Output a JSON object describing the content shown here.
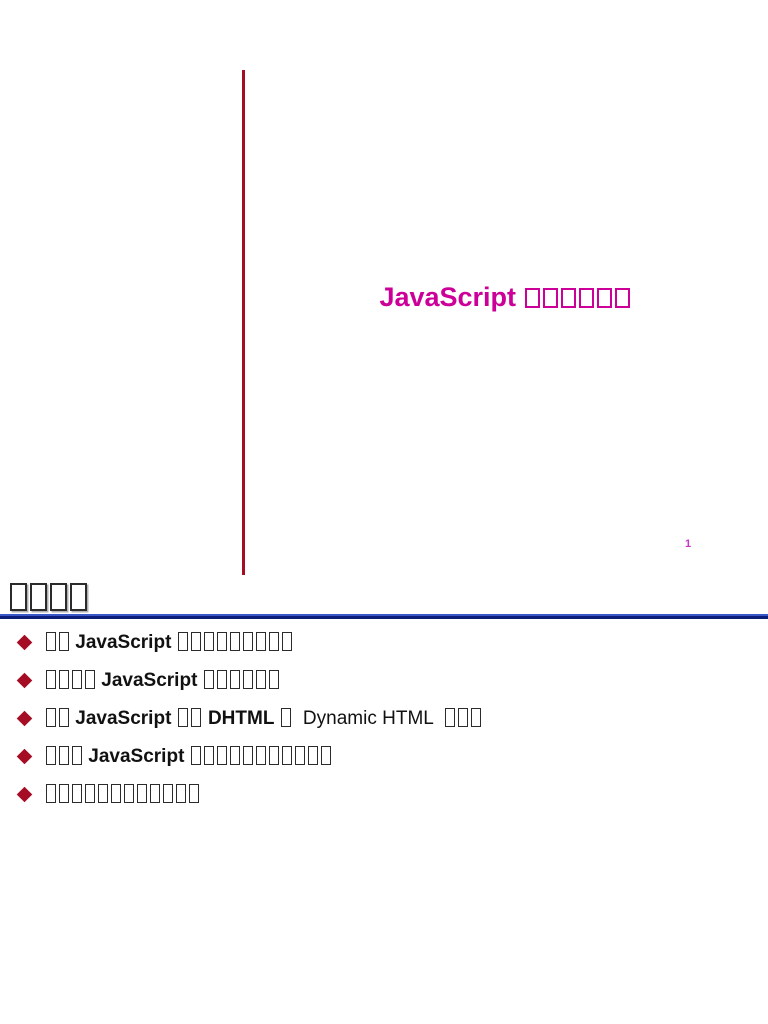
{
  "page": {
    "background": "#ffffff",
    "accent_red": "#A50D24",
    "accent_magenta": "#CC0099",
    "rule_blue_light": "#3A57C8",
    "rule_blue_dark": "#0A1E7A"
  },
  "slide1": {
    "title_segments": [
      {
        "type": "text",
        "bold": true,
        "text": "JavaScript "
      },
      {
        "type": "tofu",
        "count": 6
      }
    ],
    "page_number": "1"
  },
  "slide2": {
    "heading_segments": [
      {
        "type": "tofu",
        "count": 4
      }
    ],
    "bullets": [
      {
        "segments": [
          {
            "type": "tofu",
            "count": 2
          },
          {
            "type": "text",
            "bold": true,
            "text": " JavaScript "
          },
          {
            "type": "tofu",
            "count": 9
          }
        ]
      },
      {
        "segments": [
          {
            "type": "tofu",
            "count": 4
          },
          {
            "type": "text",
            "bold": true,
            "text": " JavaScript "
          },
          {
            "type": "tofu",
            "count": 6
          }
        ]
      },
      {
        "segments": [
          {
            "type": "tofu",
            "count": 2
          },
          {
            "type": "text",
            "bold": true,
            "text": " JavaScript "
          },
          {
            "type": "tofu",
            "count": 2
          },
          {
            "type": "text",
            "bold": true,
            "text": " DHTML "
          },
          {
            "type": "tofu",
            "count": 1
          },
          {
            "type": "text",
            "bold": false,
            "text": "  Dynamic HTML  "
          },
          {
            "type": "tofu",
            "count": 3
          }
        ]
      },
      {
        "segments": [
          {
            "type": "tofu",
            "count": 3
          },
          {
            "type": "text",
            "bold": true,
            "text": " JavaScript "
          },
          {
            "type": "tofu",
            "count": 11
          }
        ]
      },
      {
        "segments": [
          {
            "type": "tofu",
            "count": 12
          }
        ]
      }
    ]
  }
}
